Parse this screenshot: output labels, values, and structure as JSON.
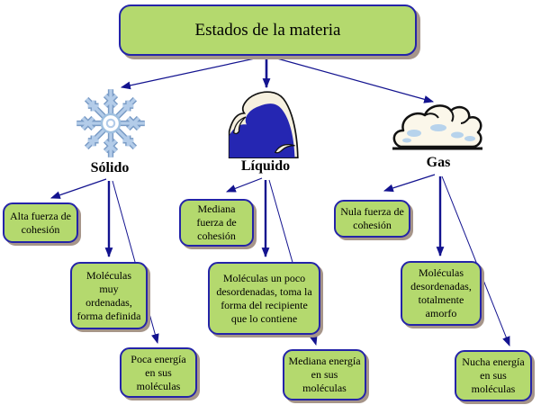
{
  "accent_colors": {
    "node_fill": "#b4d96e",
    "node_border": "#2424a8",
    "node_shadow": "#a69589",
    "arrow": "#13138f",
    "wave_blue": "#2526b2",
    "snowflake_blue": "#b3cce9",
    "cloud_cream": "#fbf7ea"
  },
  "map": {
    "title": "Estados de la materia",
    "states": [
      {
        "name": "Sólido",
        "icon": "snowflake-icon",
        "cohesion": "Alta fuerza de cohesión",
        "molecules": "Moléculas muy ordenadas, forma definida",
        "energy": "Poca energía en sus moléculas"
      },
      {
        "name": "Líquido",
        "icon": "wave-icon",
        "cohesion": "Mediana fuerza de cohesión",
        "molecules": "Moléculas un poco desordenadas, toma la forma del recipiente que lo contiene",
        "energy": "Mediana energía en sus moléculas"
      },
      {
        "name": "Gas",
        "icon": "cloud-icon",
        "cohesion": "Nula fuerza de cohesión",
        "molecules": "Moléculas desordenadas, totalmente amorfo",
        "energy": "Nucha energía en sus moléculas"
      }
    ]
  }
}
